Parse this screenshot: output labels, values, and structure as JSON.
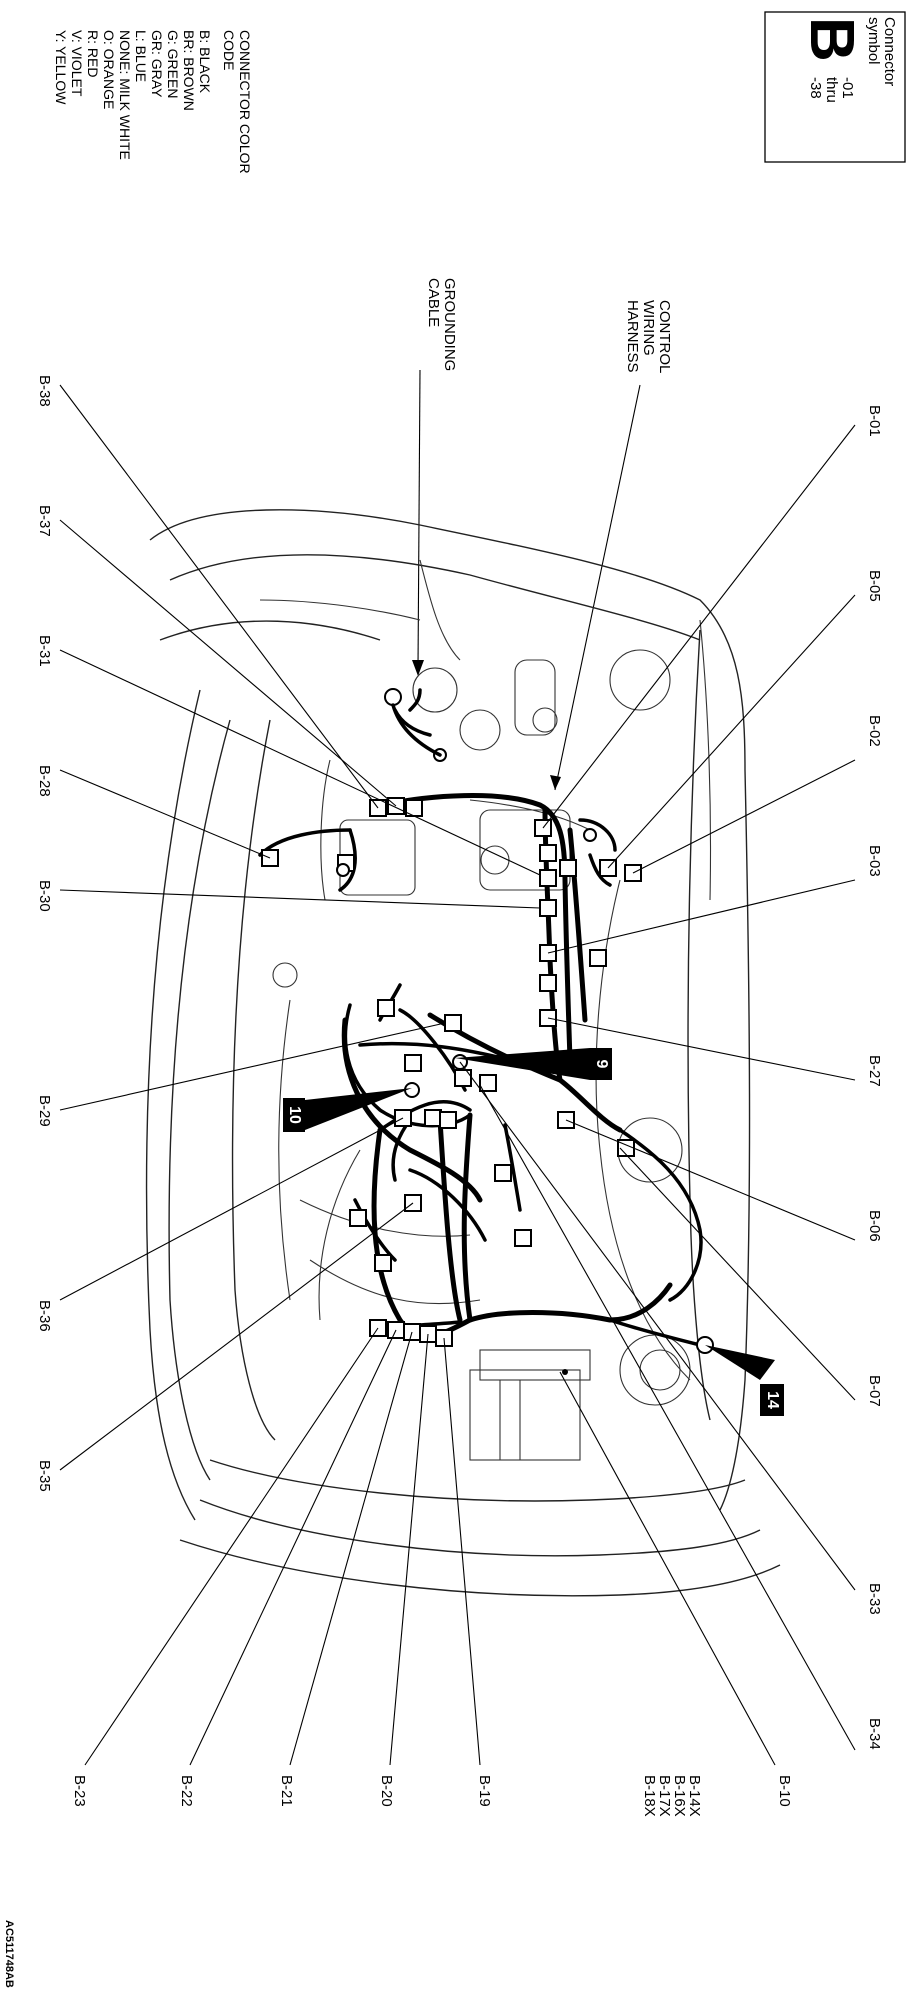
{
  "connector_symbol": {
    "caption_line1": "Connector",
    "caption_line2": "symbol",
    "letter": "B",
    "range_line1": "-01",
    "range_line2": "thru",
    "range_line3": "-38"
  },
  "color_code": {
    "heading_line1": "CONNECTOR COLOR",
    "heading_line2": "CODE",
    "entries": [
      "B: BLACK",
      "BR: BROWN",
      "G: GREEN",
      "GR: GRAY",
      "L: BLUE",
      "NONE: MILK WHITE",
      "O: ORANGE",
      "R: RED",
      "V: VIOLET",
      "Y: YELLOW"
    ]
  },
  "callouts": {
    "control_harness": [
      "CONTROL",
      "WIRING",
      "HARNESS"
    ],
    "grounding_cable": [
      "GROUNDING",
      "CABLE"
    ]
  },
  "connectors_right": [
    "B-01",
    "B-05",
    "B-02",
    "B-03",
    "B-27",
    "B-06",
    "B-07",
    "B-33",
    "B-34"
  ],
  "connectors_left": [
    "B-38",
    "B-37",
    "B-31",
    "B-28",
    "B-30",
    "B-29",
    "B-36",
    "B-35"
  ],
  "connectors_bottom": [
    "B-10",
    "B-19",
    "B-20",
    "B-21",
    "B-22",
    "B-23"
  ],
  "connectors_battery": [
    "B-14X",
    "B-16X",
    "B-17X",
    "B-18X"
  ],
  "markers": [
    "9",
    "10",
    "14"
  ],
  "figure_code": "AC511748AB"
}
